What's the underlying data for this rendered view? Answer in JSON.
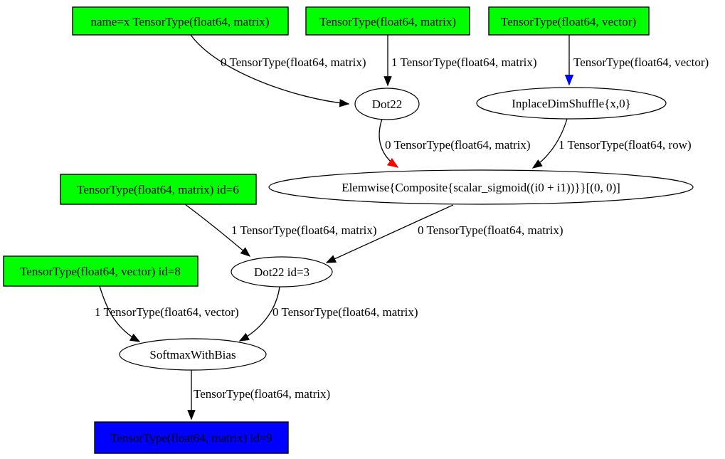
{
  "colors": {
    "input_fill": "#00ff00",
    "output_fill": "#0000ff",
    "op_fill": "#ffffff",
    "elemwise_fill": "#ffb6c1",
    "edge_black": "#000000",
    "edge_red": "#ff0000",
    "edge_blue": "#0000ff"
  },
  "nodes": {
    "input_x": "name=x TensorType(float64, matrix)",
    "input_matrix": "TensorType(float64, matrix)",
    "input_vector": "TensorType(float64, vector)",
    "dot22": "Dot22",
    "inplace_dimshuffle": "InplaceDimShuffle{x,0}",
    "elemwise_sigmoid": "Elemwise{Composite{scalar_sigmoid((i0 + i1))}}[(0, 0)]",
    "input_id6": "TensorType(float64, matrix) id=6",
    "dot22_id3": "Dot22 id=3",
    "input_id8": "TensorType(float64, vector) id=8",
    "softmax_with_bias": "SoftmaxWithBias",
    "output_id9": "TensorType(float64, matrix) id=9"
  },
  "edge_labels": {
    "x_to_dot22": "0 TensorType(float64, matrix)",
    "matrix_to_dot22": "1 TensorType(float64, matrix)",
    "vector_to_dimshuffle": "TensorType(float64, vector)",
    "dot22_to_elemwise": "0 TensorType(float64, matrix)",
    "dimshuffle_to_elemwise": "1 TensorType(float64, row)",
    "id6_to_dot22id3": "1 TensorType(float64, matrix)",
    "elemwise_to_dot22id3": "0 TensorType(float64, matrix)",
    "id8_to_softmax": "1 TensorType(float64, vector)",
    "dot22id3_to_softmax": "0 TensorType(float64, matrix)",
    "softmax_to_output": "TensorType(float64, matrix)"
  }
}
